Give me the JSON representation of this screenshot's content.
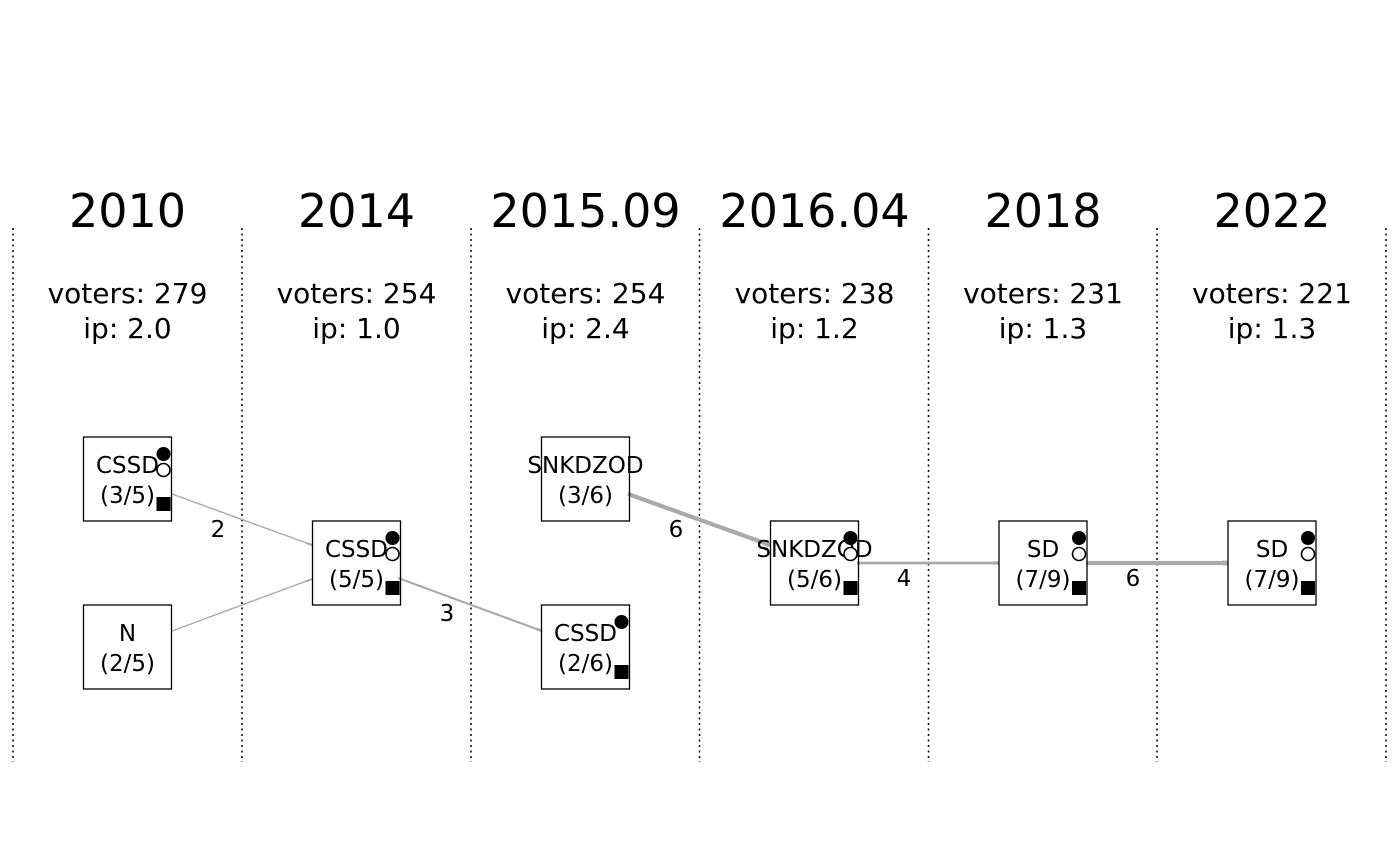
{
  "elections": [
    {
      "year": "2010",
      "voters_line": "voters: 279",
      "ip_line": "ip: 2.0"
    },
    {
      "year": "2014",
      "voters_line": "voters: 254",
      "ip_line": "ip: 1.0"
    },
    {
      "year": "2015.09",
      "voters_line": "voters: 254",
      "ip_line": "ip: 2.4"
    },
    {
      "year": "2016.04",
      "voters_line": "voters: 238",
      "ip_line": "ip: 1.2"
    },
    {
      "year": "2018",
      "voters_line": "voters: 231",
      "ip_line": "ip: 1.3"
    },
    {
      "year": "2022",
      "voters_line": "voters: 221",
      "ip_line": "ip: 1.3"
    }
  ],
  "parties": [
    {
      "id": "p2010_cssd",
      "election": 0,
      "name": "CSSD",
      "seats": "(3/5)",
      "markers": [
        "filled-circle",
        "open-circle",
        "filled-square"
      ]
    },
    {
      "id": "p2010_n",
      "election": 0,
      "name": "N",
      "seats": "(2/5)",
      "markers": []
    },
    {
      "id": "p2014_cssd",
      "election": 1,
      "name": "CSSD",
      "seats": "(5/5)",
      "markers": [
        "filled-circle",
        "open-circle",
        "filled-square"
      ]
    },
    {
      "id": "p2015_snkdzod",
      "election": 2,
      "name": "SNKDZOD",
      "seats": "(3/6)",
      "markers": []
    },
    {
      "id": "p2015_cssd",
      "election": 2,
      "name": "CSSD",
      "seats": "(2/6)",
      "markers": [
        "filled-circle",
        "filled-square"
      ]
    },
    {
      "id": "p2016_snkdzod",
      "election": 3,
      "name": "SNKDZOD",
      "seats": "(5/6)",
      "markers": [
        "filled-circle",
        "open-circle",
        "filled-square"
      ]
    },
    {
      "id": "p2018_sd",
      "election": 4,
      "name": "SD",
      "seats": "(7/9)",
      "markers": [
        "filled-circle",
        "open-circle",
        "filled-square"
      ]
    },
    {
      "id": "p2022_sd",
      "election": 5,
      "name": "SD",
      "seats": "(7/9)",
      "markers": [
        "filled-circle",
        "open-circle",
        "filled-square"
      ]
    }
  ],
  "flows": [
    {
      "from": "p2010_cssd",
      "to": "p2014_cssd",
      "label": "2",
      "weight": 2
    },
    {
      "from": "p2010_n",
      "to": "p2014_cssd",
      "label": "",
      "weight": 1
    },
    {
      "from": "p2014_cssd",
      "to": "p2015_cssd",
      "label": "3",
      "weight": 3
    },
    {
      "from": "p2015_snkdzod",
      "to": "p2016_snkdzod",
      "label": "6",
      "weight": 6
    },
    {
      "from": "p2016_snkdzod",
      "to": "p2018_sd",
      "label": "4",
      "weight": 4
    },
    {
      "from": "p2018_sd",
      "to": "p2022_sd",
      "label": "6",
      "weight": 6
    }
  ],
  "colors": {
    "flow": "#aaaaaa",
    "box_border": "#000000",
    "divider": "#000000"
  }
}
